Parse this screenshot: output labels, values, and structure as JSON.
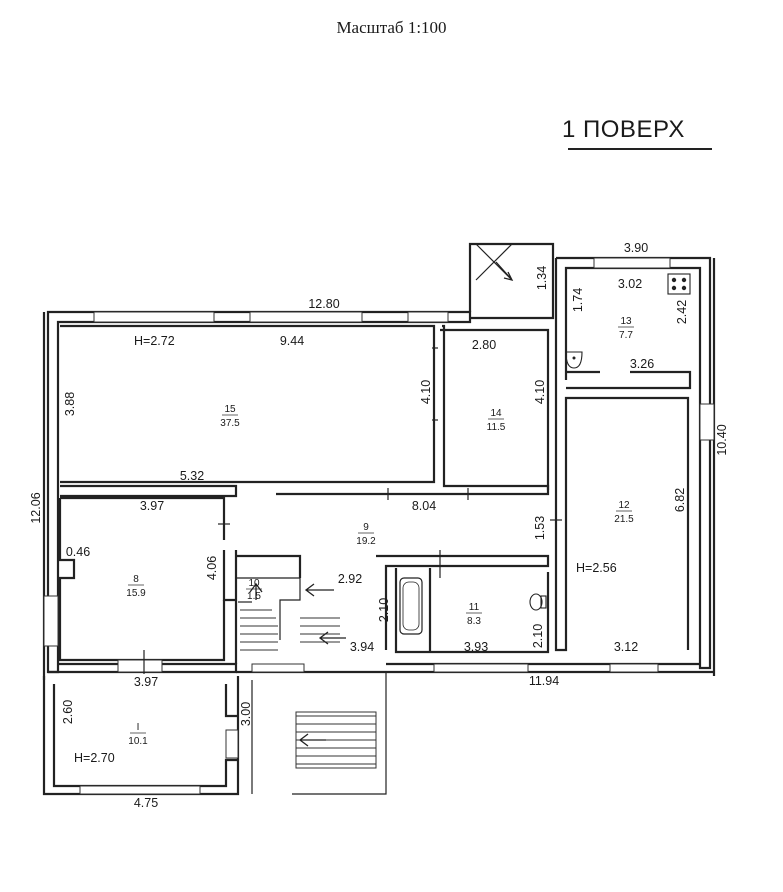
{
  "header": {
    "scale": "Масштаб 1:100",
    "floor": "1 ПОВЕРХ"
  },
  "rooms": [
    {
      "no": "15",
      "area": "37.5"
    },
    {
      "no": "14",
      "area": "11.5"
    },
    {
      "no": "13",
      "area": "7.7"
    },
    {
      "no": "12",
      "area": "21.5"
    },
    {
      "no": "9",
      "area": "19.2"
    },
    {
      "no": "8",
      "area": "15.9"
    },
    {
      "no": "10",
      "area": "1.5"
    },
    {
      "no": "11",
      "area": "8.3"
    },
    {
      "no": "I",
      "area": "10.1"
    }
  ],
  "heights": {
    "main": "H=2.72",
    "east": "H=2.56",
    "annex": "H=2.70"
  },
  "dims": {
    "top_total": "12.80",
    "room15_width": "9.44",
    "room15_depth": "3.88",
    "room15_side": "4.10",
    "room14_width": "2.80",
    "room14_side": "4.10",
    "entry_side": "1.34",
    "room13_top": "3.90",
    "room13_inner": "3.02",
    "room13_left": "1.74",
    "room13_right": "2.42",
    "room13_bottom": "3.26",
    "east_total": "10.40",
    "room12_side": "6.82",
    "corridor_side": "1.53",
    "left_total": "12.06",
    "room15_bottom": "5.32",
    "room8_top": "3.97",
    "corridor_width": "8.04",
    "room8_notch": "0.46",
    "room8_side": "4.06",
    "stair_width": "2.92",
    "stair_side": "2.10",
    "bath_side": "2.10",
    "room10_bottom": "3.94",
    "room11_bottom": "3.93",
    "room12_bottom": "3.12",
    "bottom_total": "11.94",
    "room8_bottom": "3.97",
    "annex_side": "2.60",
    "annex_right": "3.00",
    "annex_bottom": "4.75"
  }
}
